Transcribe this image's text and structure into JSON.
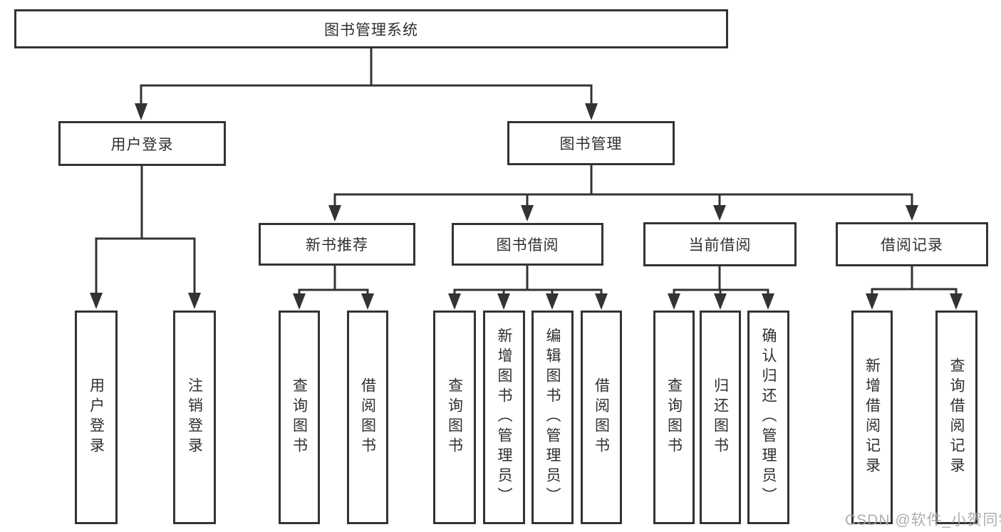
{
  "diagram": {
    "type": "tree",
    "root": {
      "label": "图书管理系统",
      "children": [
        {
          "label": "用户登录",
          "children": [
            {
              "label": "用户登录"
            },
            {
              "label": "注销登录"
            }
          ]
        },
        {
          "label": "图书管理",
          "children": [
            {
              "label": "新书推荐",
              "children": [
                {
                  "label": "查询图书"
                },
                {
                  "label": "借阅图书"
                }
              ]
            },
            {
              "label": "图书借阅",
              "children": [
                {
                  "label": "查询图书"
                },
                {
                  "label": "新增图书（管理员）"
                },
                {
                  "label": "编辑图书（管理员）"
                },
                {
                  "label": "借阅图书"
                }
              ]
            },
            {
              "label": "当前借阅",
              "children": [
                {
                  "label": "查询图书"
                },
                {
                  "label": "归还图书"
                },
                {
                  "label": "确认归还（管理员）"
                }
              ]
            },
            {
              "label": "借阅记录",
              "children": [
                {
                  "label": "新增借阅记录"
                },
                {
                  "label": "查询借阅记录"
                }
              ]
            }
          ]
        }
      ]
    }
  },
  "watermark": {
    "text": "CSDN @软件_小贺同学"
  },
  "colors": {
    "line": "#333333",
    "box_border": "#333333",
    "text": "#2f2f2f",
    "watermark": "#a5a5a5",
    "background": "#ffffff"
  }
}
